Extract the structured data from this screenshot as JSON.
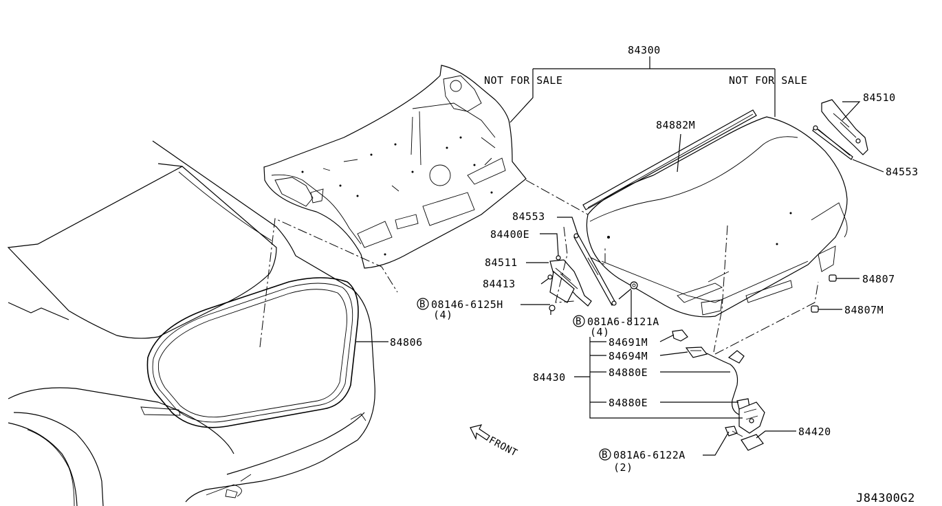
{
  "diagram_code": "J84300G2",
  "front_label": "FRONT",
  "assembly": {
    "number": "84300",
    "note_left": "NOT FOR SALE",
    "note_right": "NOT FOR SALE"
  },
  "callouts": {
    "p84510": "84510",
    "p84553_top": "84553",
    "p84882m": "84882M",
    "p84553_mid": "84553",
    "p84400e": "84400E",
    "p84511": "84511",
    "p84413": "84413",
    "p08146": "08146-6125H",
    "p08146_qty": "(4)",
    "p081a6_8121": "081A6-8121A",
    "p081a6_8121_qty": "(4)",
    "p84807": "84807",
    "p84807m": "84807M",
    "p84806": "84806",
    "p84691m": "84691M",
    "p84694m": "84694M",
    "p84430": "84430",
    "p84880e_1": "84880E",
    "p84880e_2": "84880E",
    "p84420": "84420",
    "p081a6_6122": "081A6-6122A",
    "p081a6_6122_qty": "(2)"
  },
  "bolt_symbol": "B"
}
